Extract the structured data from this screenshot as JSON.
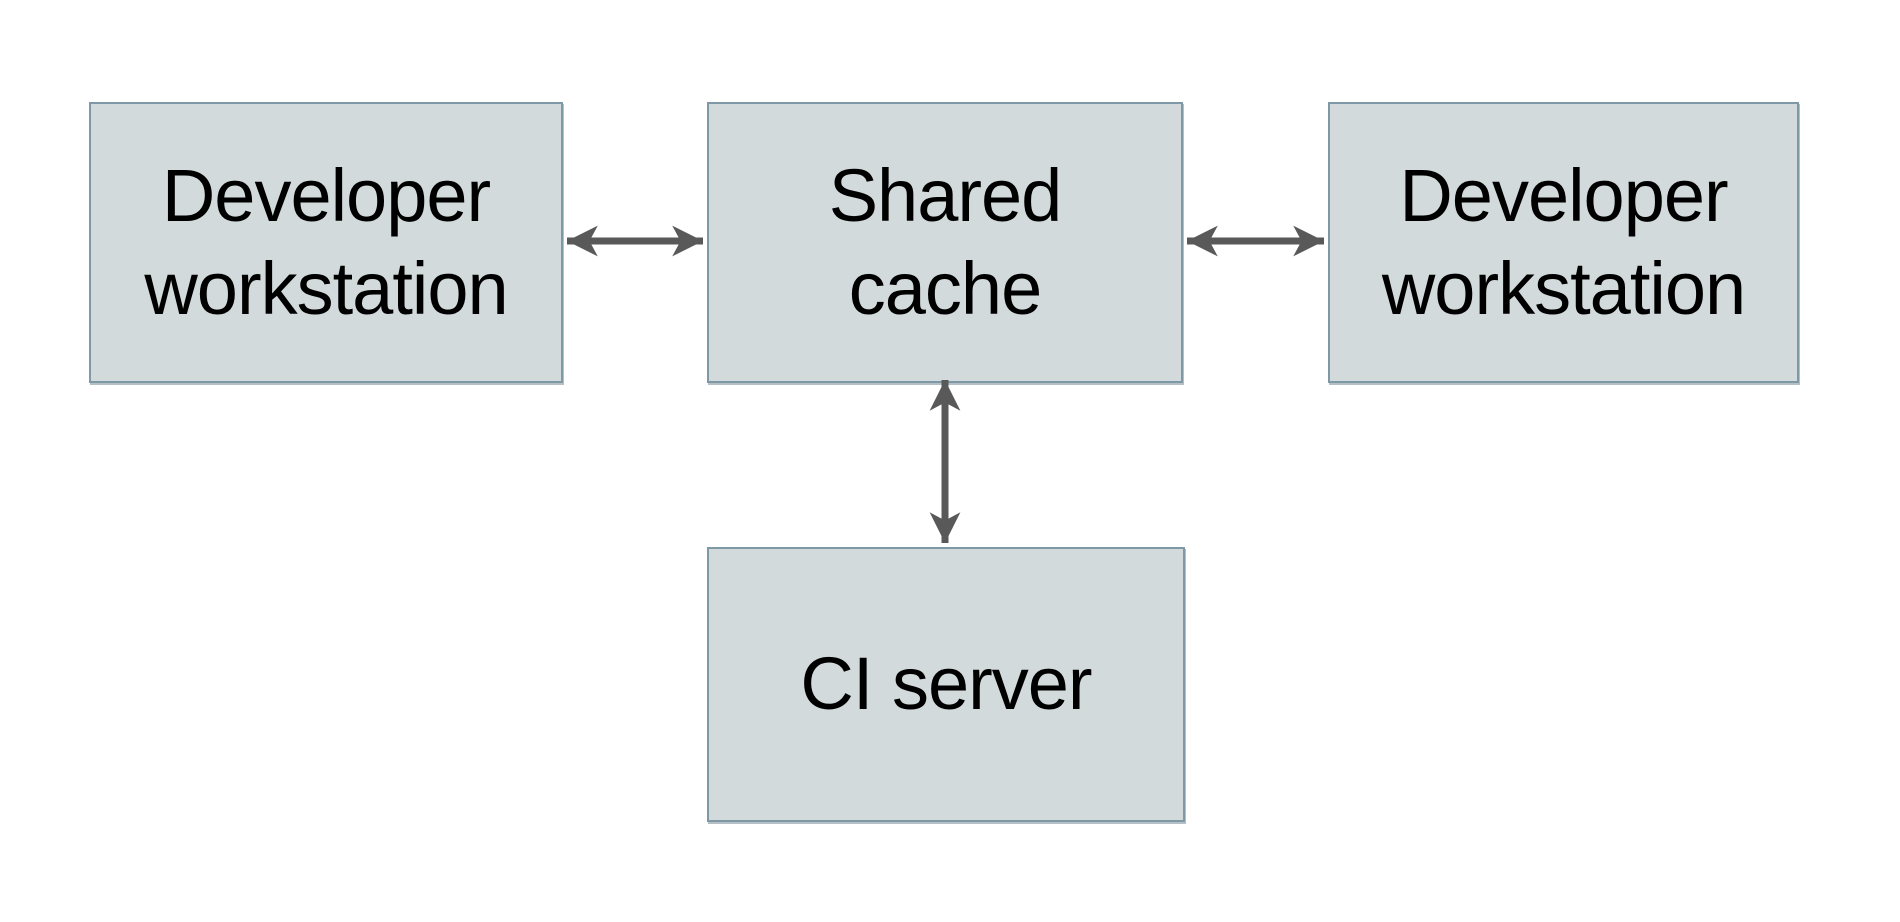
{
  "diagram": {
    "type": "architecture-diagram",
    "nodes": [
      {
        "id": "developer-workstation-left",
        "label": "Developer workstation"
      },
      {
        "id": "shared-cache",
        "label": "Shared cache"
      },
      {
        "id": "developer-workstation-right",
        "label": "Developer workstation"
      },
      {
        "id": "ci-server",
        "label": "CI server"
      }
    ],
    "edges": [
      {
        "from": "developer-workstation-left",
        "to": "shared-cache",
        "direction": "bidirectional"
      },
      {
        "from": "shared-cache",
        "to": "developer-workstation-right",
        "direction": "bidirectional"
      },
      {
        "from": "shared-cache",
        "to": "ci-server",
        "direction": "bidirectional"
      }
    ],
    "colors": {
      "background": "#ffffff",
      "node_fill": "#d3dadc",
      "node_border": "#7e98a6",
      "arrow": "#595959",
      "text": "#000000"
    }
  }
}
